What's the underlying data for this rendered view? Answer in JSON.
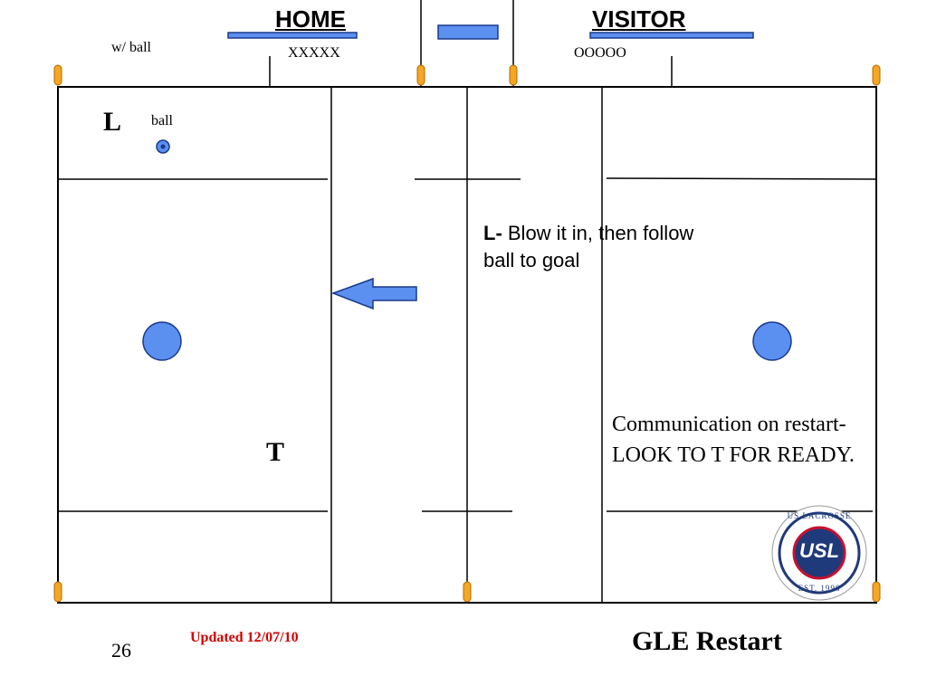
{
  "header": {
    "home_label": "HOME",
    "visitor_label": "VISITOR",
    "home_players": "XXXXX",
    "visitor_players": "OOOOO",
    "with_ball_label": "w/ ball"
  },
  "field": {
    "ball_label": "ball",
    "lead_official": "L",
    "trail_official": "T"
  },
  "instructions": {
    "lead_prefix": "L-",
    "lead_text": " Blow it in, then follow ball to goal",
    "communication": "Communication on restart- LOOK TO T FOR READY."
  },
  "footer": {
    "page_number": "26",
    "updated": "Updated 12/07/10",
    "title": "GLE Restart"
  },
  "logo": {
    "top_text": "US LACROSSE",
    "center_text": "USL",
    "bottom_text": "EST. 1998"
  },
  "colors": {
    "circle_fill": "#5b8ff0",
    "bar_fill": "#5b8ff0",
    "post_fill": "#f5a623",
    "updated_text": "#d40000"
  }
}
